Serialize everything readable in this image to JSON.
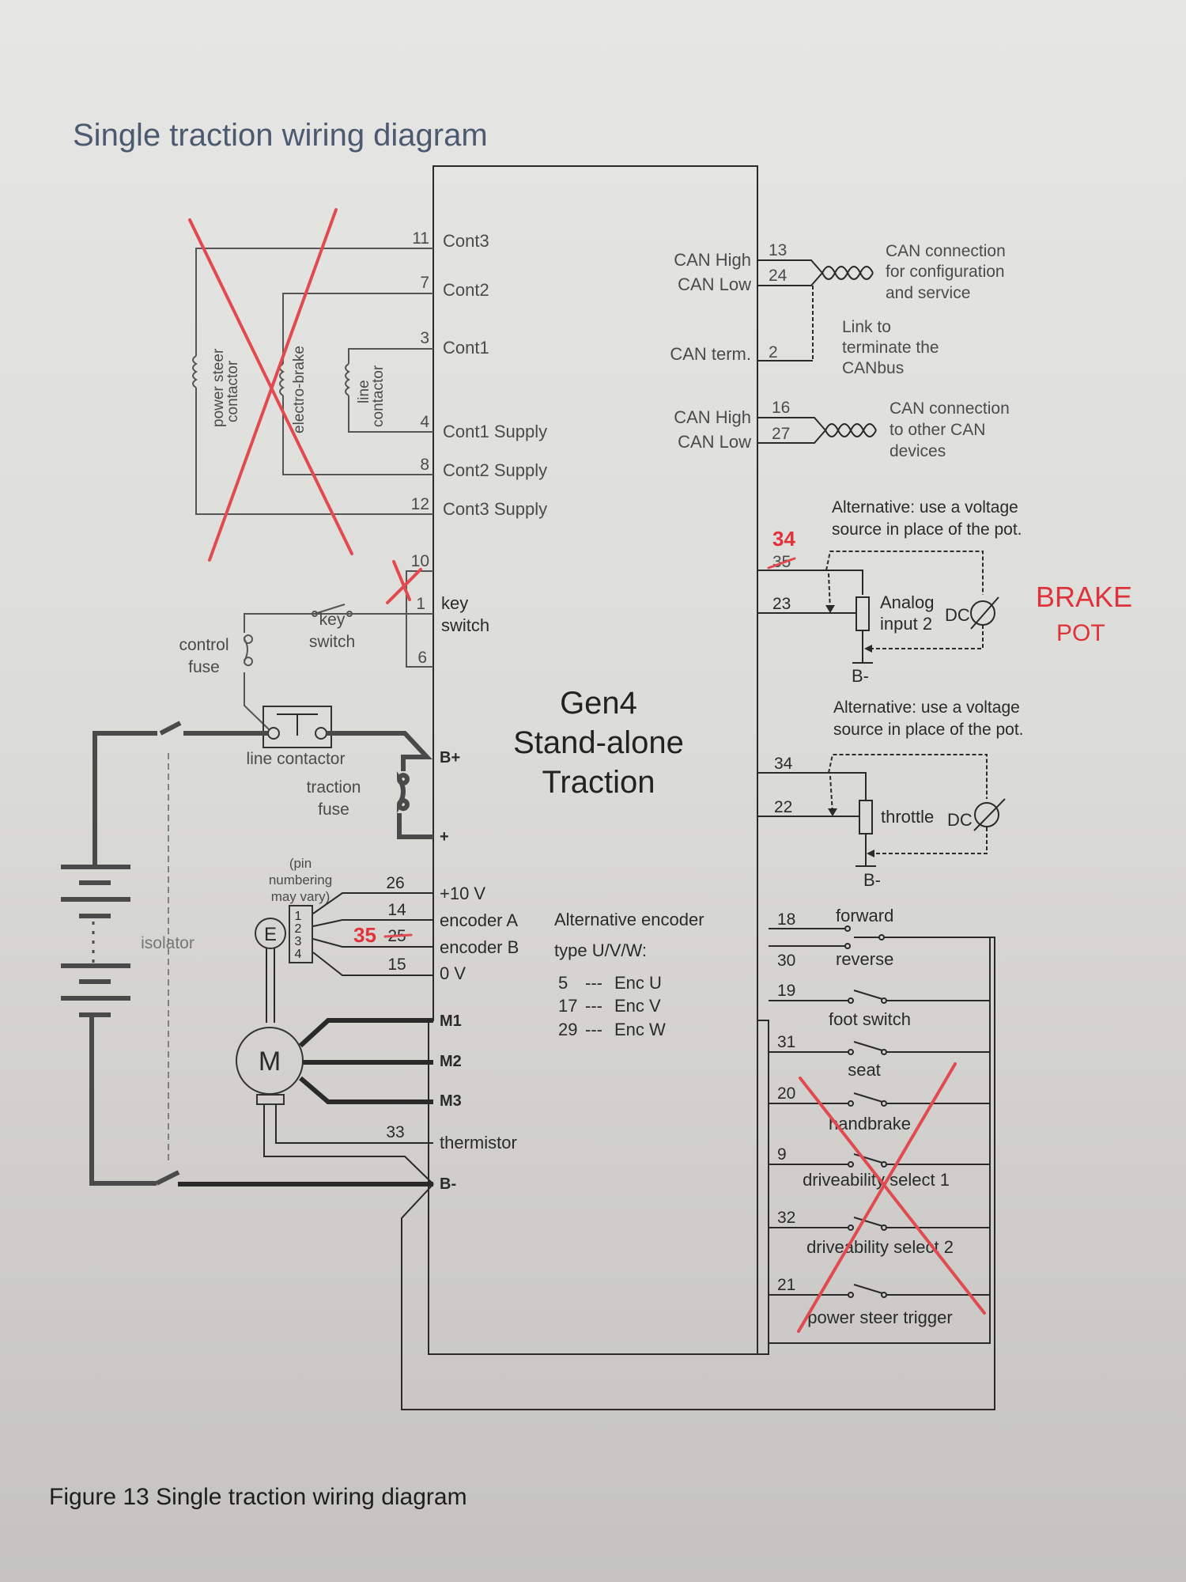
{
  "page_title": "Single traction wiring diagram",
  "figure_caption": "Figure 13  Single traction wiring diagram",
  "controller": {
    "line1": "Gen4",
    "line2": "Stand-alone",
    "line3": "Traction"
  },
  "left_pins": {
    "cont3": {
      "pin": "11",
      "label": "Cont3"
    },
    "cont2": {
      "pin": "7",
      "label": "Cont2"
    },
    "cont1": {
      "pin": "3",
      "label": "Cont1"
    },
    "cont1_supply": {
      "pin": "4",
      "label": "Cont1 Supply"
    },
    "cont2_supply": {
      "pin": "8",
      "label": "Cont2 Supply"
    },
    "cont3_supply": {
      "pin": "12",
      "label": "Cont3 Supply"
    },
    "pin10": {
      "pin": "10"
    },
    "keyswitch": {
      "pin": "1",
      "label_line1": "key",
      "label_line2": "switch"
    },
    "pin6": {
      "pin": "6"
    },
    "bplus": {
      "label": "B+"
    },
    "plus": {
      "label": "+"
    },
    "plus10v": {
      "pin": "26",
      "label": "+10 V"
    },
    "encoder_a": {
      "pin": "14",
      "label": "encoder A"
    },
    "encoder_b": {
      "pin": "25",
      "label": "encoder B"
    },
    "zero_v": {
      "pin": "15",
      "label": "0 V"
    },
    "m1": {
      "label": "M1"
    },
    "m2": {
      "label": "M2"
    },
    "m3": {
      "label": "M3"
    },
    "thermistor": {
      "pin": "33",
      "label": "thermistor"
    },
    "bminus": {
      "label": "B-"
    }
  },
  "right_pins": {
    "can_high_1": {
      "pin": "13",
      "label": "CAN High"
    },
    "can_low_1": {
      "pin": "24",
      "label": "CAN Low"
    },
    "can_term": {
      "pin": "2",
      "label": "CAN term."
    },
    "can_high_2": {
      "pin": "16",
      "label": "CAN High"
    },
    "can_low_2": {
      "pin": "27",
      "label": "CAN Low"
    },
    "analog_supply": {
      "pin": "35"
    },
    "analog_input": {
      "pin": "23"
    },
    "throttle_supply": {
      "pin": "34"
    },
    "throttle_input": {
      "pin": "22"
    },
    "forward": {
      "pin": "18",
      "label": "forward"
    },
    "reverse": {
      "pin": "30",
      "label": "reverse"
    },
    "foot_switch": {
      "pin": "19",
      "label": "foot switch"
    },
    "seat": {
      "pin": "31",
      "label": "seat"
    },
    "handbrake": {
      "pin": "20",
      "label": "handbrake"
    },
    "drive_sel_1": {
      "pin": "9",
      "label": "driveability select 1"
    },
    "drive_sel_2": {
      "pin": "32",
      "label": "driveability select 2"
    },
    "power_steer_trigger": {
      "pin": "21",
      "label": "power steer trigger"
    }
  },
  "notes": {
    "can_config": [
      "CAN connection",
      "for configuration",
      "and service"
    ],
    "can_link": [
      "Link to",
      "terminate the",
      "CANbus"
    ],
    "can_other": [
      "CAN connection",
      "to other CAN",
      "devices"
    ],
    "alt_voltage": [
      "Alternative: use a voltage",
      "source in place of the pot."
    ],
    "analog_label": [
      "Analog",
      "input 2"
    ],
    "throttle_label": "throttle",
    "dc_label": "DC",
    "bminus_ground": "B-",
    "alt_encoder": [
      "Alternative encoder",
      "type U/V/W:"
    ],
    "alt_encoder_rows": [
      {
        "pin": "5",
        "sep": "---",
        "name": "Enc U"
      },
      {
        "pin": "17",
        "sep": "---",
        "name": "Enc V"
      },
      {
        "pin": "29",
        "sep": "---",
        "name": "Enc W"
      }
    ]
  },
  "components": {
    "power_steer_contactor": [
      "power steer",
      "contactor"
    ],
    "electro_brake": "electro-brake",
    "line_contactor_coil": [
      "line",
      "contactor"
    ],
    "key_switch": [
      "key",
      "switch"
    ],
    "control_fuse": [
      "control",
      "fuse"
    ],
    "line_contactor": "line contactor",
    "traction_fuse": [
      "traction",
      "fuse"
    ],
    "isolator": "isolator",
    "encoder": "E",
    "motor": "M",
    "encoder_pins": [
      "1",
      "2",
      "3",
      "4"
    ],
    "pin_note": [
      "(pin",
      "numbering",
      "may vary)"
    ]
  },
  "annotations": {
    "brake_pot": [
      "BRAKE",
      "POT"
    ],
    "analog_supply_new_pin": "34",
    "encoder_b_new_pin": "35",
    "crossed_out": [
      "contactor outputs (pins 11/7/3/4/8/12)",
      "pin 10 link",
      "handbrake / driveability / power steer switches"
    ],
    "color": "#e0323a"
  }
}
